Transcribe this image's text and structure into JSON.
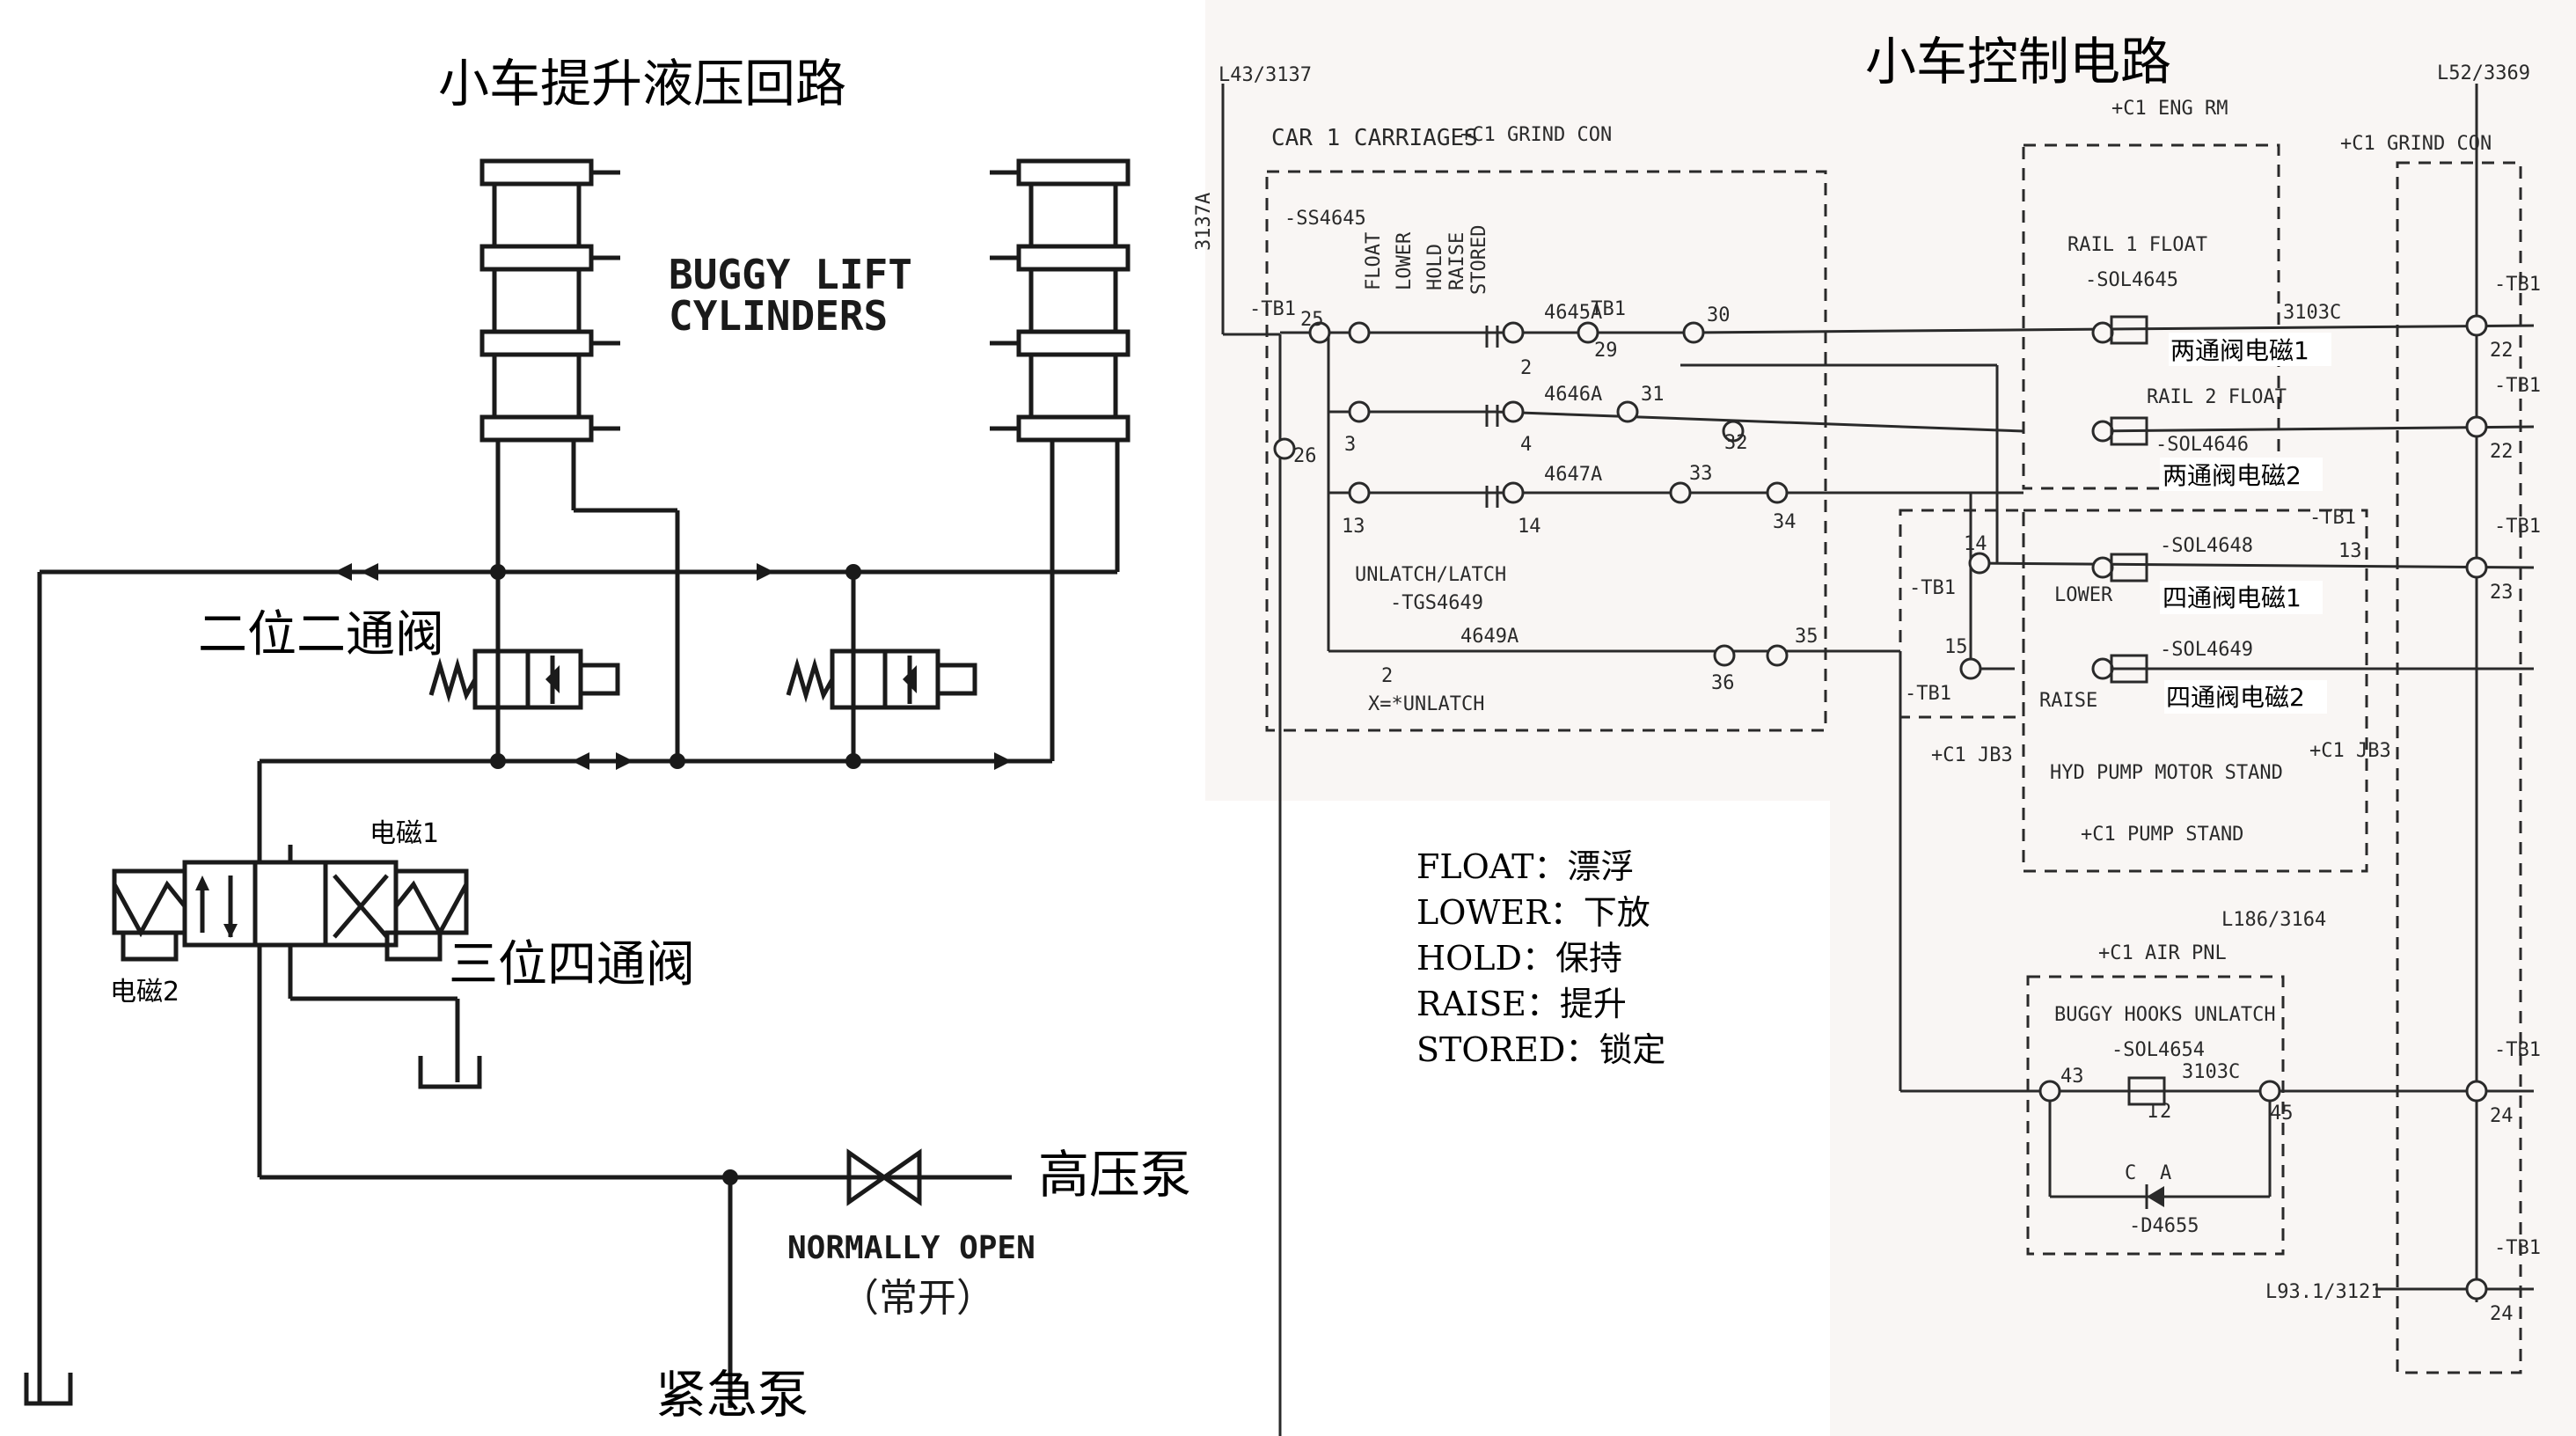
{
  "hydraulic": {
    "title": "小车提升液压回路",
    "cylinders_label_line1": "BUGGY LIFT",
    "cylinders_label_line2": "CYLINDERS",
    "two_way_valve": "二位二通阀",
    "four_way_valve": "三位四通阀",
    "solenoid1": "电磁1",
    "solenoid2": "电磁2",
    "high_pressure_pump": "高压泵",
    "emergency_pump": "紧急泵",
    "normally_open": "NORMALLY OPEN",
    "normally_open_cn": "（常开）"
  },
  "control": {
    "title": "小车控制电路",
    "top_left_ref": "L43/3137",
    "top_right_ref": "L52/3369",
    "car_carriages": "CAR 1 CARRIAGES",
    "grind_con": "+C1 GRIND CON",
    "grind_con_right": "+C1 GRIND CON",
    "eng_rm": "+C1 ENG RM",
    "wire_3137a": "3137A",
    "switch_ss": "-SS4645",
    "switch_positions": [
      "FLOAT",
      "LOWER",
      "HOLD",
      "RAISE",
      "STORED"
    ],
    "tb1": "-TB1",
    "rail1_float": "RAIL 1 FLOAT",
    "sol4645": "-SOL4645",
    "rail2_float": "RAIL 2 FLOAT",
    "sol4646": "-SOL4646",
    "lower": "LOWER",
    "sol4648": "-SOL4648",
    "raise": "RAISE",
    "sol4649": "-SOL4649",
    "hyd_pump": "HYD PUMP MOTOR STAND",
    "pump_stand": "+C1 PUMP STAND",
    "jb3_left": "+C1 JB3",
    "jb3_right": "+C1 JB3",
    "unlatch_latch": "UNLATCH/LATCH",
    "tgs": "-TGS4649",
    "x_unlatch": "X=*UNLATCH",
    "air_pnl": "+C1 AIR PNL",
    "l186": "L186/3164",
    "buggy_hooks": "BUGGY HOOKS UNLATCH",
    "sol4654": "-SOL4654",
    "ref3103c_a": "3103C",
    "ref3103c_b": "3103C",
    "d4655": "-D4655",
    "l93": "L93.1/3121",
    "ann_2way1": "两通阀电磁1",
    "ann_2way2": "两通阀电磁2",
    "ann_4way1": "四通阀电磁1",
    "ann_4way2": "四通阀电磁2",
    "wires": {
      "w4645a": "4645A",
      "w4646a": "4646A",
      "w4647a": "4647A",
      "w4649a": "4649A",
      "n25": "25",
      "n26": "26",
      "n3": "3",
      "n13": "13",
      "n2": "2",
      "n4": "4",
      "n14": "14",
      "n29": "29",
      "n30": "30",
      "n31": "31",
      "n32": "32",
      "n33": "33",
      "n34": "34",
      "n35": "35",
      "n36": "36",
      "n22a": "22",
      "n22b": "22",
      "n23": "23",
      "n24a": "24",
      "n24b": "24",
      "n14r": "14",
      "n15r": "15",
      "n13r": "13",
      "n43": "43",
      "n45": "45",
      "c": "C",
      "a": "A",
      "p1": "1",
      "p2": "2"
    }
  },
  "legend": [
    "FLOAT：漂浮",
    "LOWER：下放",
    "HOLD：保持",
    "RAISE：提升",
    "STORED：锁定"
  ]
}
